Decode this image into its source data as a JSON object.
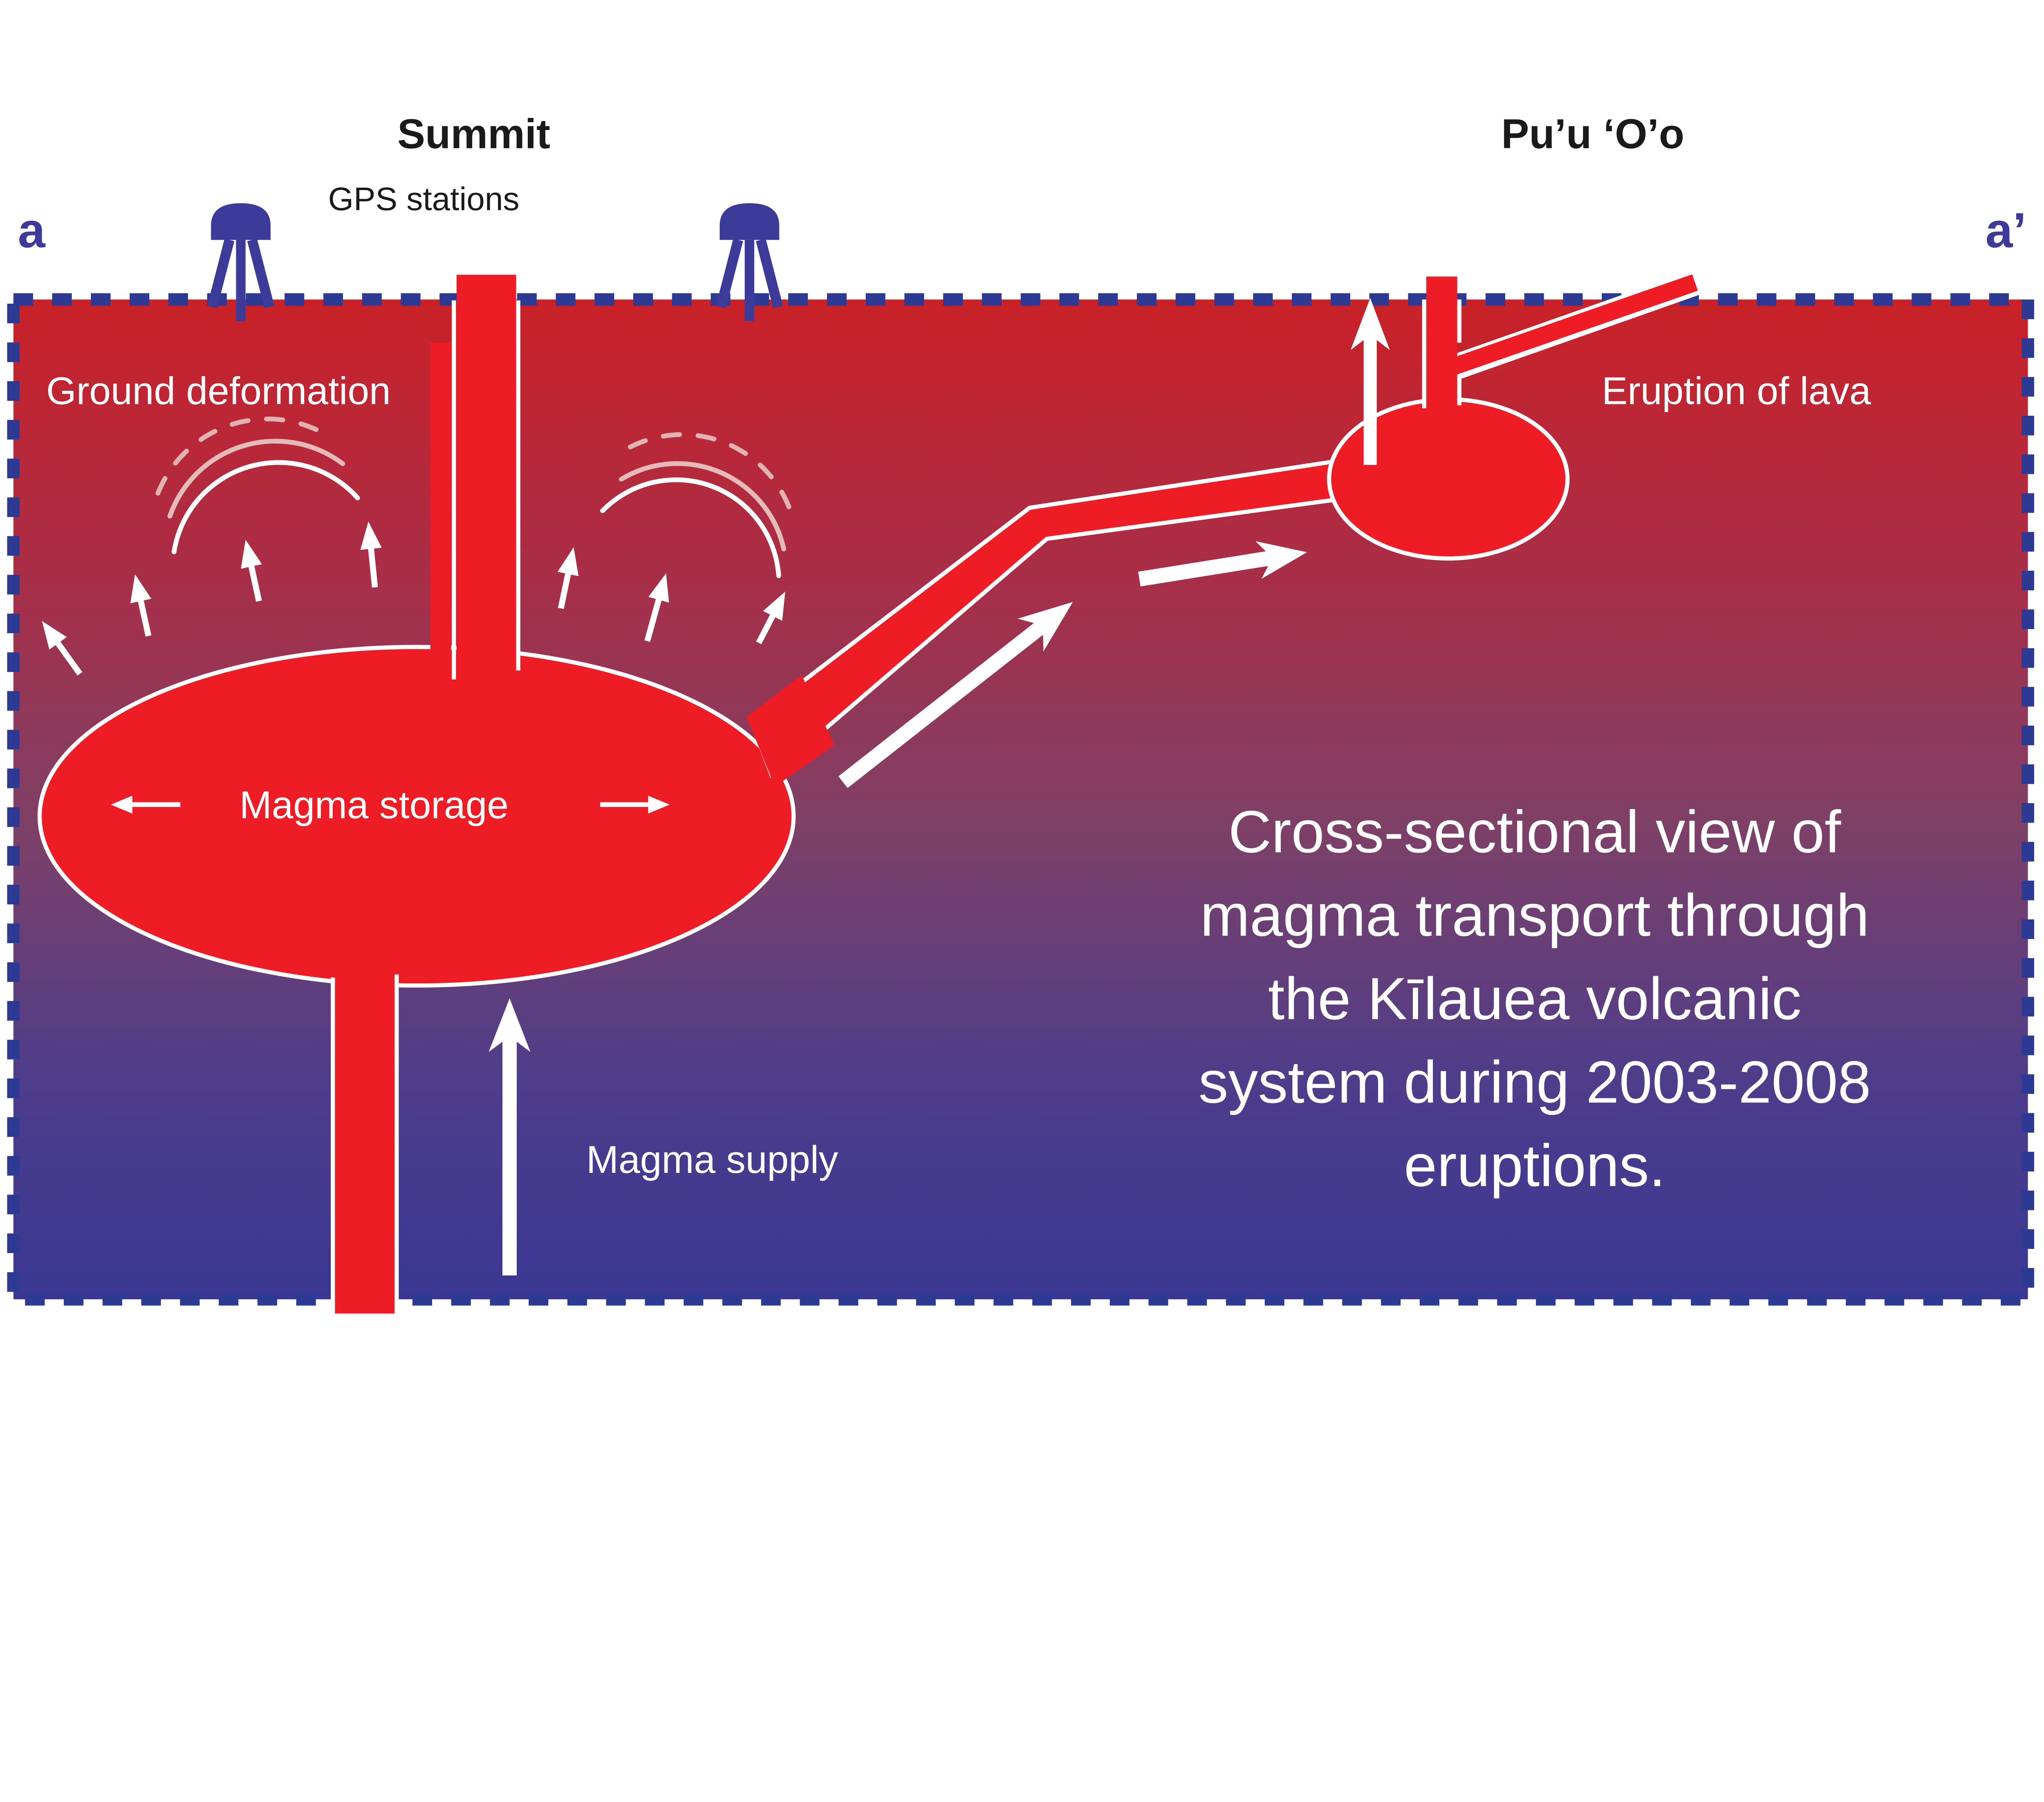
{
  "title_labels": {
    "summit": "Summit",
    "puu_oo": "Pu’u ‘O’o",
    "gps_stations": "GPS stations"
  },
  "section_markers": {
    "left": "a",
    "right": "a’"
  },
  "diagram_labels": {
    "ground_deformation": "Ground deformation",
    "eruption_of_lava": "Eruption of lava",
    "magma_storage": "Magma storage",
    "magma_supply": "Magma supply"
  },
  "caption": {
    "lines": [
      "Cross-sectional view of",
      "magma transport through",
      "the Kīlauea volcanic",
      "system during 2003-2008",
      "eruptions."
    ]
  },
  "icons": {
    "gps_station_left": "gps-tripod-icon",
    "gps_station_right": "gps-tripod-icon",
    "flow_arrows": "white-arrow-icon",
    "uplift_arcs": "uplift-arc-icon"
  },
  "colors": {
    "magma-red": "#ee1c25",
    "grad-top": "#ca2128",
    "grad-hi": "#a82e48",
    "grad-mid": "#7f4066",
    "grad-lo": "#4e3d8a",
    "grad-bottom": "#3a3793",
    "border-blue": "#2d3a94",
    "indigo": "#3c3b99",
    "ink": "#1a1a1a",
    "rose": "#e9cbc6"
  }
}
